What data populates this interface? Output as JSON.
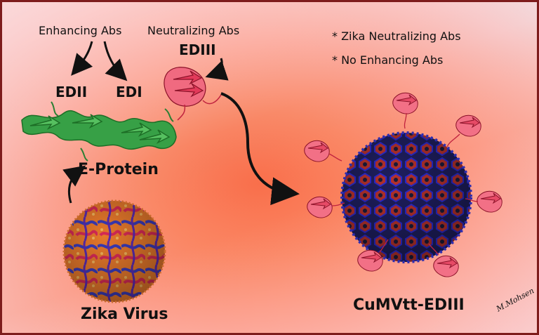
{
  "labels": {
    "enhancing_abs": "Enhancing Abs",
    "neutralizing_abs": "Neutralizing Abs",
    "ediii": "EDIII",
    "edii": "EDII",
    "edi": "EDI",
    "e_protein": "E-Protein",
    "zika_virus": "Zika Virus",
    "vlp": "CuMVtt-EDIII",
    "note_1": "* Zika Neutralizing Abs",
    "note_2": "* No Enhancing Abs",
    "signature": "M.Mohsen"
  },
  "colors": {
    "border": "#7d1c1c",
    "protein_green": "#2e8b3a",
    "domain_red": "#d8284a",
    "capsid_blue": "#2a2a8c",
    "capsid_orange": "#e8762a"
  }
}
